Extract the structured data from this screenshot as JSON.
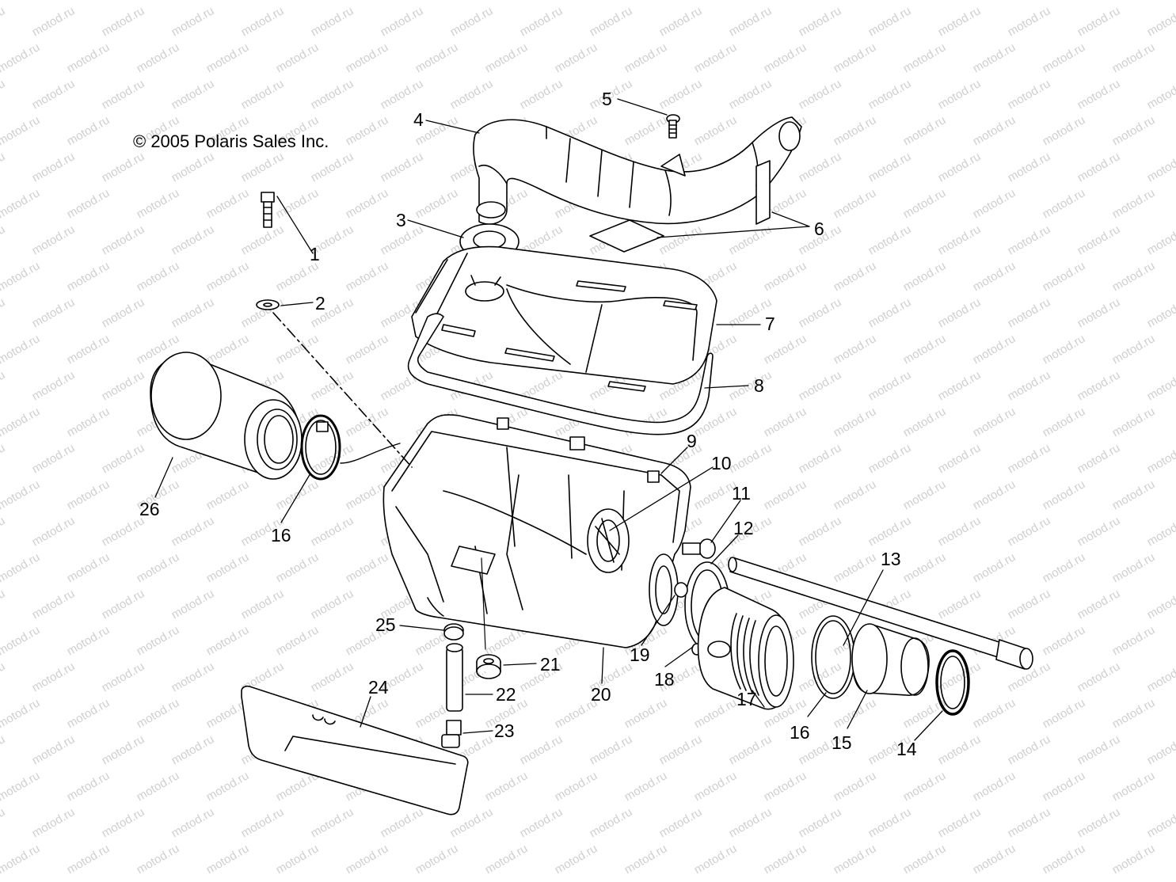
{
  "copyright": "© 2005 Polaris Sales Inc.",
  "watermark": {
    "text": "motod.ru",
    "color": "#cfcfcf"
  },
  "callouts": [
    {
      "id": "1",
      "text": "1"
    },
    {
      "id": "2",
      "text": "2"
    },
    {
      "id": "3",
      "text": "3"
    },
    {
      "id": "4",
      "text": "4"
    },
    {
      "id": "5",
      "text": "5"
    },
    {
      "id": "6",
      "text": "6"
    },
    {
      "id": "7",
      "text": "7"
    },
    {
      "id": "8",
      "text": "8"
    },
    {
      "id": "9",
      "text": "9"
    },
    {
      "id": "10",
      "text": "10"
    },
    {
      "id": "11",
      "text": "11"
    },
    {
      "id": "12",
      "text": "12"
    },
    {
      "id": "13",
      "text": "13"
    },
    {
      "id": "14",
      "text": "14"
    },
    {
      "id": "15",
      "text": "15"
    },
    {
      "id": "16a",
      "text": "16"
    },
    {
      "id": "16b",
      "text": "16"
    },
    {
      "id": "17",
      "text": "17"
    },
    {
      "id": "18",
      "text": "18"
    },
    {
      "id": "19",
      "text": "19"
    },
    {
      "id": "20",
      "text": "20"
    },
    {
      "id": "21",
      "text": "21"
    },
    {
      "id": "22",
      "text": "22"
    },
    {
      "id": "23",
      "text": "23"
    },
    {
      "id": "24",
      "text": "24"
    },
    {
      "id": "25",
      "text": "25"
    },
    {
      "id": "26",
      "text": "26"
    }
  ]
}
